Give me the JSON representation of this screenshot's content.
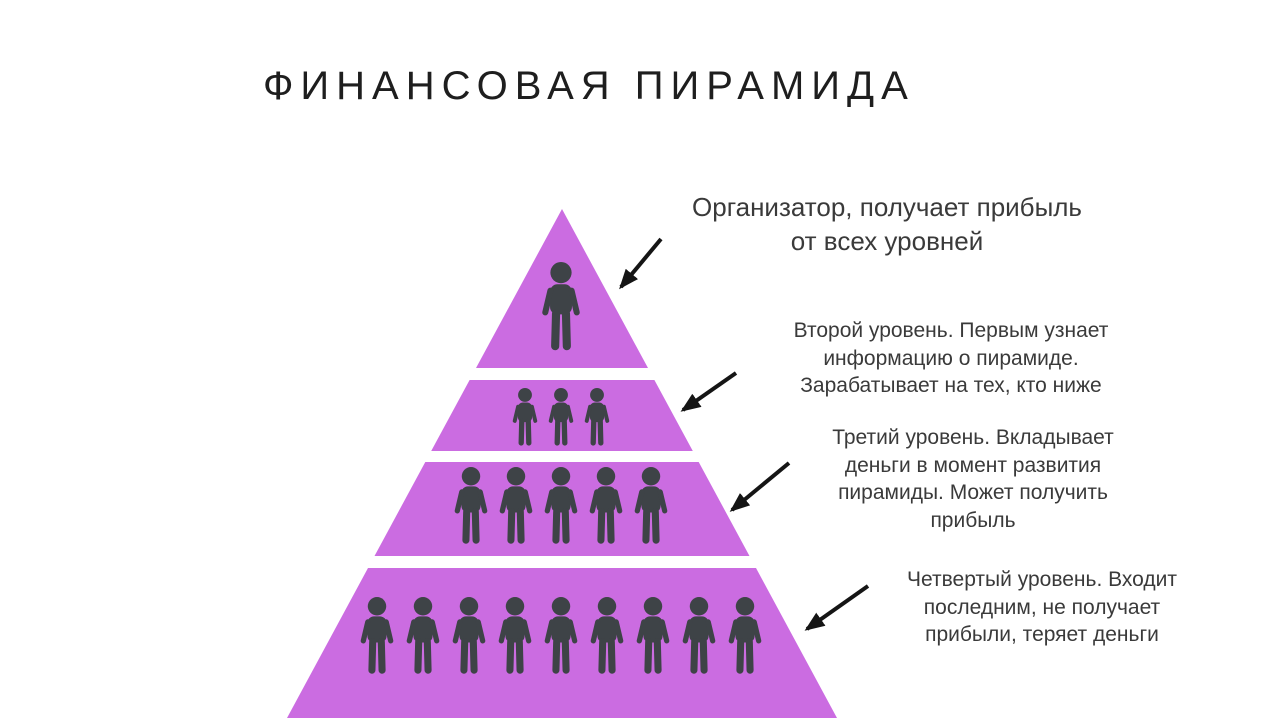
{
  "slide": {
    "title": "ФИНАНСОВАЯ ПИРАМИДА"
  },
  "colors": {
    "background": "#ffffff",
    "pyramid": "#cb6ce1",
    "person": "#3e4347",
    "arrow": "#151515",
    "title_text": "#1e1e1e",
    "annotation_text": "#3a3a3a"
  },
  "levels": [
    {
      "id": "level-1",
      "people_count": 1,
      "annotation": "Организатор, получает прибыль от всех уровней",
      "annotation_lines": [
        "Организатор, получает прибыль",
        "от всех уровней"
      ]
    },
    {
      "id": "level-2",
      "people_count": 3,
      "annotation": "Второй уровень. Первым узнает информацию о пирамиде. Зарабатывает на тех, кто ниже",
      "annotation_lines": [
        "Второй уровень. Первым узнает",
        "информацию о пирамиде.",
        "Зарабатывает на тех, кто ниже"
      ]
    },
    {
      "id": "level-3",
      "people_count": 5,
      "annotation": "Третий уровень. Вкладывает деньги в момент развития пирамиды. Может получить прибыль",
      "annotation_lines": [
        "Третий уровень. Вкладывает",
        "деньги в момент развития",
        "пирамиды. Может получить",
        "прибыль"
      ]
    },
    {
      "id": "level-4",
      "people_count": 9,
      "annotation": "Четвертый уровень. Входит последним, не получает прибыли, теряет деньги",
      "annotation_lines": [
        "Четвертый уровень. Входит",
        "последним, не получает",
        "прибыли, теряет деньги"
      ]
    }
  ]
}
